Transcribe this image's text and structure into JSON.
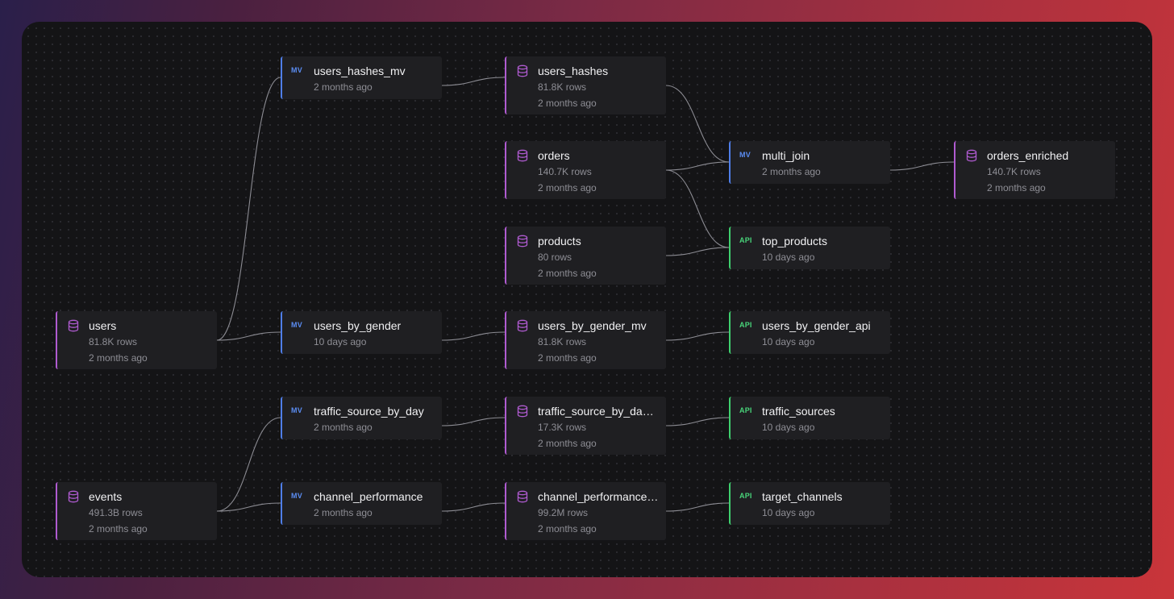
{
  "colors": {
    "datasource": "#b05bd1",
    "materialized_view": "#4f7ee8",
    "api": "#3fcf6e",
    "edge": "#8c8c93"
  },
  "nodes": {
    "users_hashes_mv": {
      "tag": "MV",
      "name": "users_hashes_mv",
      "time": "2 months ago"
    },
    "users_hashes": {
      "icon": "database-icon",
      "name": "users_hashes",
      "rows": "81.8K rows",
      "time": "2 months ago"
    },
    "orders": {
      "icon": "database-icon",
      "name": "orders",
      "rows": "140.7K rows",
      "time": "2 months ago"
    },
    "multi_join": {
      "tag": "MV",
      "name": "multi_join",
      "time": "2 months ago"
    },
    "orders_enriched": {
      "icon": "database-icon",
      "name": "orders_enriched",
      "rows": "140.7K rows",
      "time": "2 months ago"
    },
    "products": {
      "icon": "database-icon",
      "name": "products",
      "rows": "80 rows",
      "time": "2 months ago"
    },
    "top_products": {
      "tag": "API",
      "name": "top_products",
      "time": "10 days ago"
    },
    "users": {
      "icon": "database-icon",
      "name": "users",
      "rows": "81.8K rows",
      "time": "2 months ago"
    },
    "users_by_gender": {
      "tag": "MV",
      "name": "users_by_gender",
      "time": "10 days ago"
    },
    "users_by_gender_mv": {
      "icon": "database-icon",
      "name": "users_by_gender_mv",
      "rows": "81.8K rows",
      "time": "2 months ago"
    },
    "users_by_gender_api": {
      "tag": "API",
      "name": "users_by_gender_api",
      "time": "10 days ago"
    },
    "traffic_source_by_day": {
      "tag": "MV",
      "name": "traffic_source_by_day",
      "time": "2 months ago"
    },
    "traffic_source_by_day_ds": {
      "icon": "database-icon",
      "name": "traffic_source_by_da…",
      "rows": "17.3K rows",
      "time": "2 months ago"
    },
    "traffic_sources": {
      "tag": "API",
      "name": "traffic_sources",
      "time": "10 days ago"
    },
    "events": {
      "icon": "database-icon",
      "name": "events",
      "rows": "491.3B rows",
      "time": "2 months ago"
    },
    "channel_performance": {
      "tag": "MV",
      "name": "channel_performance",
      "time": "2 months ago"
    },
    "channel_performance_ds": {
      "icon": "database-icon",
      "name": "channel_performance…",
      "rows": "99.2M rows",
      "time": "2 months ago"
    },
    "target_channels": {
      "tag": "API",
      "name": "target_channels",
      "time": "10 days ago"
    }
  },
  "edges": [
    [
      "users",
      "users_hashes_mv"
    ],
    [
      "users",
      "users_by_gender"
    ],
    [
      "users_hashes_mv",
      "users_hashes"
    ],
    [
      "users_hashes",
      "multi_join"
    ],
    [
      "orders",
      "multi_join"
    ],
    [
      "orders",
      "top_products"
    ],
    [
      "products",
      "top_products"
    ],
    [
      "multi_join",
      "orders_enriched"
    ],
    [
      "users_by_gender",
      "users_by_gender_mv"
    ],
    [
      "users_by_gender_mv",
      "users_by_gender_api"
    ],
    [
      "events",
      "traffic_source_by_day"
    ],
    [
      "events",
      "channel_performance"
    ],
    [
      "traffic_source_by_day",
      "traffic_source_by_day_ds"
    ],
    [
      "traffic_source_by_day_ds",
      "traffic_sources"
    ],
    [
      "channel_performance",
      "channel_performance_ds"
    ],
    [
      "channel_performance_ds",
      "target_channels"
    ]
  ]
}
